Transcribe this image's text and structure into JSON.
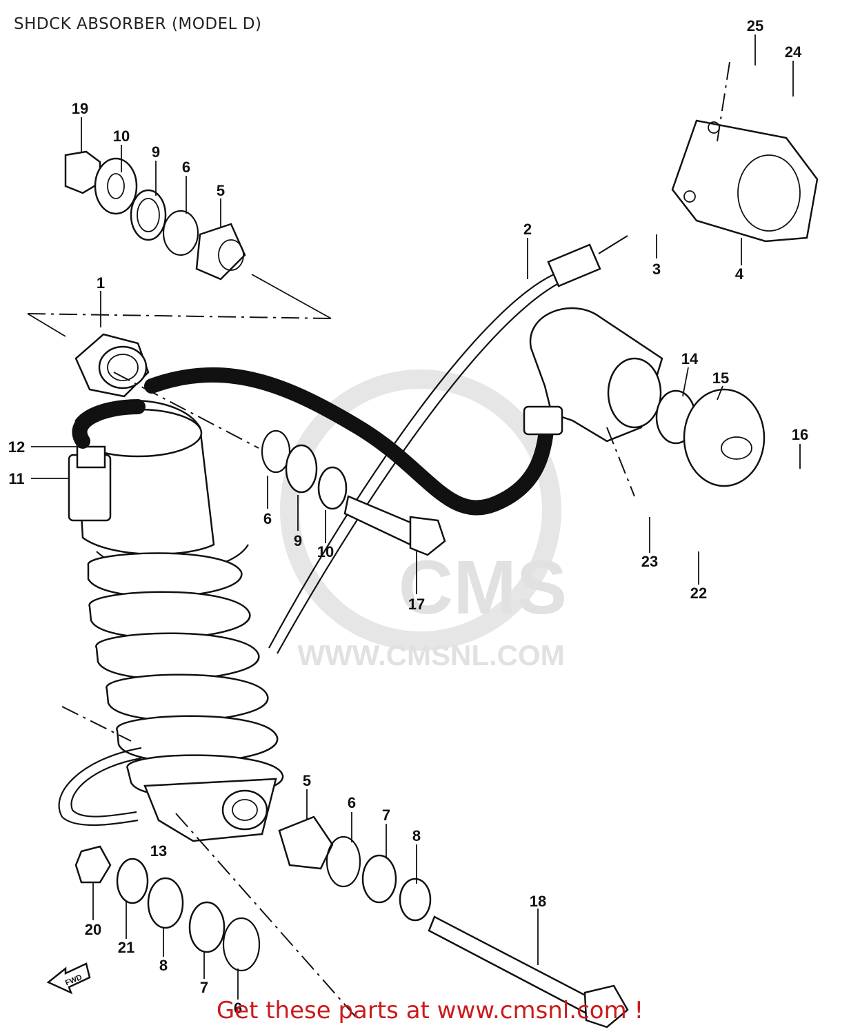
{
  "header": {
    "title": "SHDCK ABSORBER (MODEL D)"
  },
  "watermark": {
    "brand": "CMS",
    "url": "WWW.CMSNL.COM"
  },
  "footer": {
    "banner": "Get these parts at www.cmsnl.com !"
  },
  "fwd_label": "FWD",
  "callouts": {
    "c1": "1",
    "c2": "2",
    "c3": "3",
    "c4": "4",
    "c5a": "5",
    "c5b": "5",
    "c6a": "6",
    "c6b": "6",
    "c6c": "6",
    "c6d": "6",
    "c7a": "7",
    "c7b": "7",
    "c8a": "8",
    "c8b": "8",
    "c9a": "9",
    "c9b": "9",
    "c10a": "10",
    "c10b": "10",
    "c11": "11",
    "c12": "12",
    "c13": "13",
    "c14": "14",
    "c15": "15",
    "c16": "16",
    "c17": "17",
    "c18": "18",
    "c19": "19",
    "c20": "20",
    "c21": "21",
    "c22": "22",
    "c23": "23",
    "c24": "24",
    "c25": "25"
  },
  "colors": {
    "banner": "#cc1a1a",
    "watermark": "#e1e1e1",
    "ink": "#111111"
  }
}
